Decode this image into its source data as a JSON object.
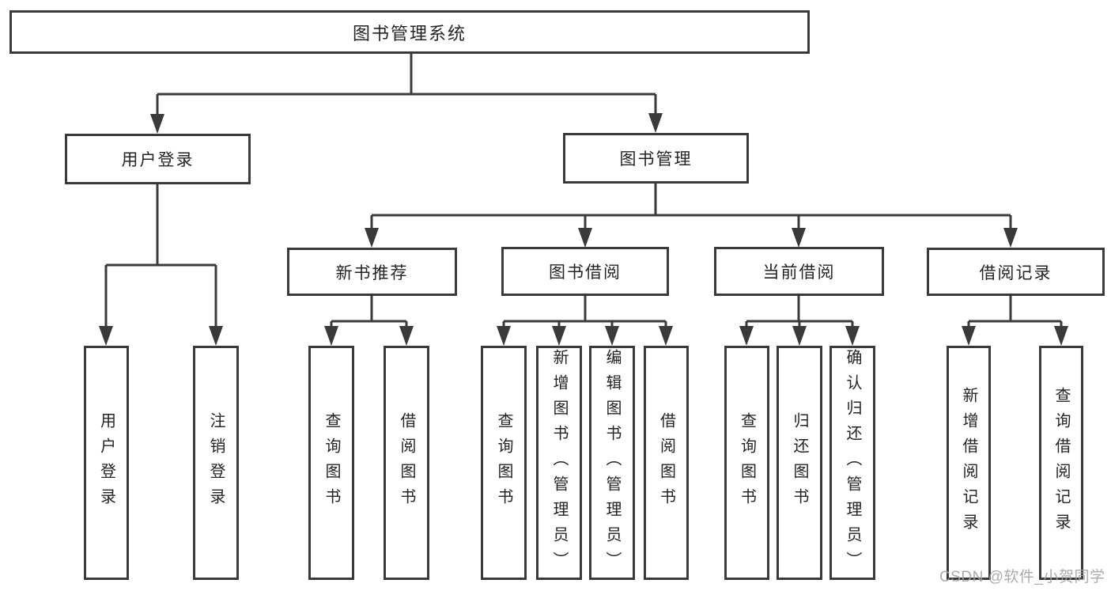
{
  "diagram": {
    "root": {
      "label": "图书管理系统"
    },
    "groups": [
      {
        "label": "用户登录",
        "leaves": [
          {
            "label": "用户登录"
          },
          {
            "label": "注销登录"
          }
        ]
      },
      {
        "label": "图书管理",
        "sections": [
          {
            "label": "新书推荐",
            "leaves": [
              {
                "label": "查询图书"
              },
              {
                "label": "借阅图书"
              }
            ]
          },
          {
            "label": "图书借阅",
            "leaves": [
              {
                "label": "查询图书"
              },
              {
                "label": "新增图书（管理员）"
              },
              {
                "label": "编辑图书（管理员）"
              },
              {
                "label": "借阅图书"
              }
            ]
          },
          {
            "label": "当前借阅",
            "leaves": [
              {
                "label": "查询图书"
              },
              {
                "label": "归还图书"
              },
              {
                "label": "确认归还（管理员）"
              }
            ]
          },
          {
            "label": "借阅记录",
            "leaves": [
              {
                "label": "新增借阅记录"
              },
              {
                "label": "查询借阅记录"
              }
            ]
          }
        ]
      }
    ]
  },
  "watermark": {
    "text": "CSDN @软件_小贺同学"
  },
  "colors": {
    "line": "#3a3a3a",
    "box_border": "#3a3a3a",
    "box_fill": "#ffffff",
    "text": "#242424",
    "watermark": "#a2a2a2",
    "background": "#ffffff"
  }
}
